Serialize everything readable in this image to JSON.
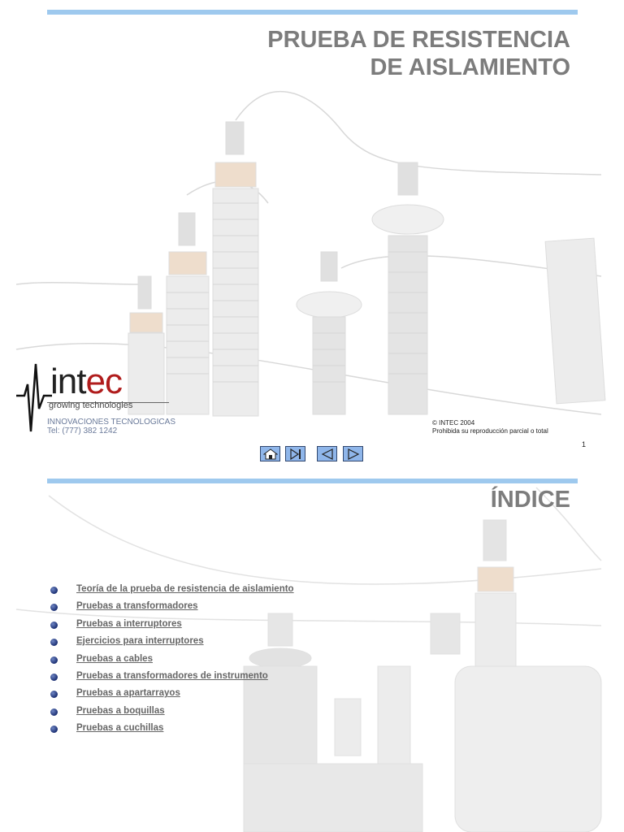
{
  "slide1": {
    "title_line1": "PRUEBA DE RESISTENCIA",
    "title_line2": "DE AISLAMIENTO",
    "logo": {
      "brand": "intec",
      "tagline": "growing technologies"
    },
    "company_name": "INNOVACIONES TECNOLOGICAS",
    "phone": "Tel: (777) 382 1242",
    "copyright_line1": "© INTEC 2004",
    "copyright_line2": "Prohibida  su reproducción  parcial  o total",
    "page_number": "1",
    "nav_buttons": [
      {
        "icon": "home-icon"
      },
      {
        "icon": "last-slide-icon"
      },
      {
        "icon": "previous-icon"
      },
      {
        "icon": "next-icon"
      }
    ]
  },
  "slide2": {
    "title": "ÍNDICE",
    "toc_items": [
      "Teoría de la prueba de resistencia de aislamiento",
      "Pruebas a transformadores",
      "Pruebas a interruptores",
      "Ejercicios para interruptores",
      "Pruebas a cables",
      "Pruebas a transformadores de instrumento",
      "Pruebas a apartarrayos",
      "Pruebas a boquillas",
      "Pruebas a cuchillas"
    ]
  },
  "colors": {
    "topbar": "#9ec9ee",
    "title": "#7c7c7c",
    "bullet": "#1b2f72",
    "nav_button": "#8fb6ea",
    "logo_accent": "#b01c1c"
  }
}
